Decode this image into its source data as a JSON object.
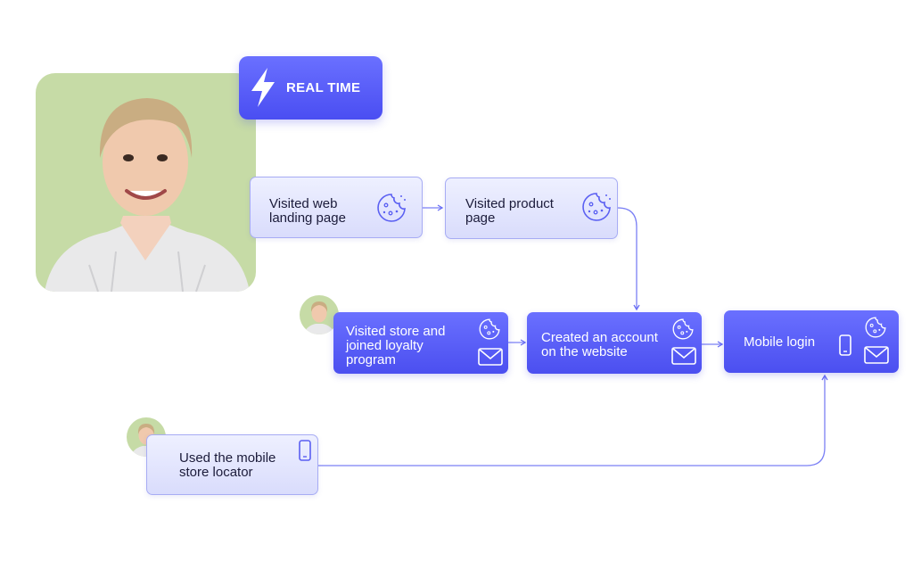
{
  "badge": {
    "label": "REAL TIME",
    "icon": "lightning-icon"
  },
  "nodes": {
    "landing": {
      "label": "Visited web\nlanding page",
      "icon": "cookie-icon"
    },
    "product": {
      "label": "Visited product\npage",
      "icon": "cookie-icon"
    },
    "store": {
      "label": "Visited store and\njoined loyalty\nprogram",
      "icons": [
        "cookie-icon",
        "mail-icon"
      ]
    },
    "account": {
      "label": "Created an account\non the website",
      "icons": [
        "cookie-icon",
        "mail-icon"
      ]
    },
    "mobile_login": {
      "label": "Mobile login",
      "icons": [
        "phone-icon",
        "cookie-icon",
        "mail-icon"
      ]
    },
    "locator": {
      "label": "Used the mobile\nstore locator",
      "icon": "phone-icon"
    }
  },
  "colors": {
    "accent": "#5055f5",
    "light_node": "#e4e6fd",
    "portrait_bg": "#c6dba6"
  }
}
